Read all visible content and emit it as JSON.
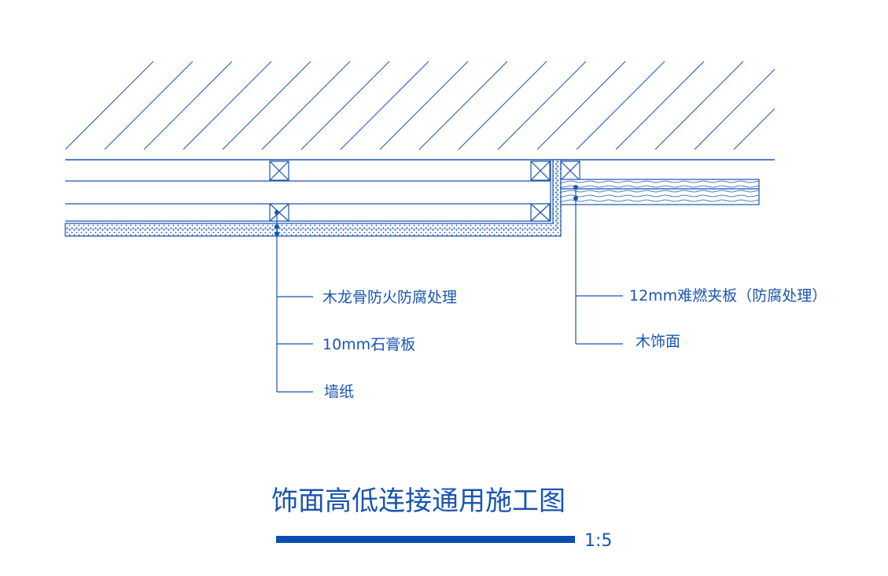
{
  "title": "饰面高低连接通用施工图",
  "scale": "1:5",
  "callouts_left": [
    "木龙骨防火防腐处理",
    "10mm石膏板",
    "墙纸"
  ],
  "callouts_right": [
    "12mm难燃夹板（防腐处理）",
    "木饰面"
  ],
  "colors": {
    "line": "#1a55b0",
    "scale_bar": "#0a4fb0",
    "background": "#ffffff"
  }
}
